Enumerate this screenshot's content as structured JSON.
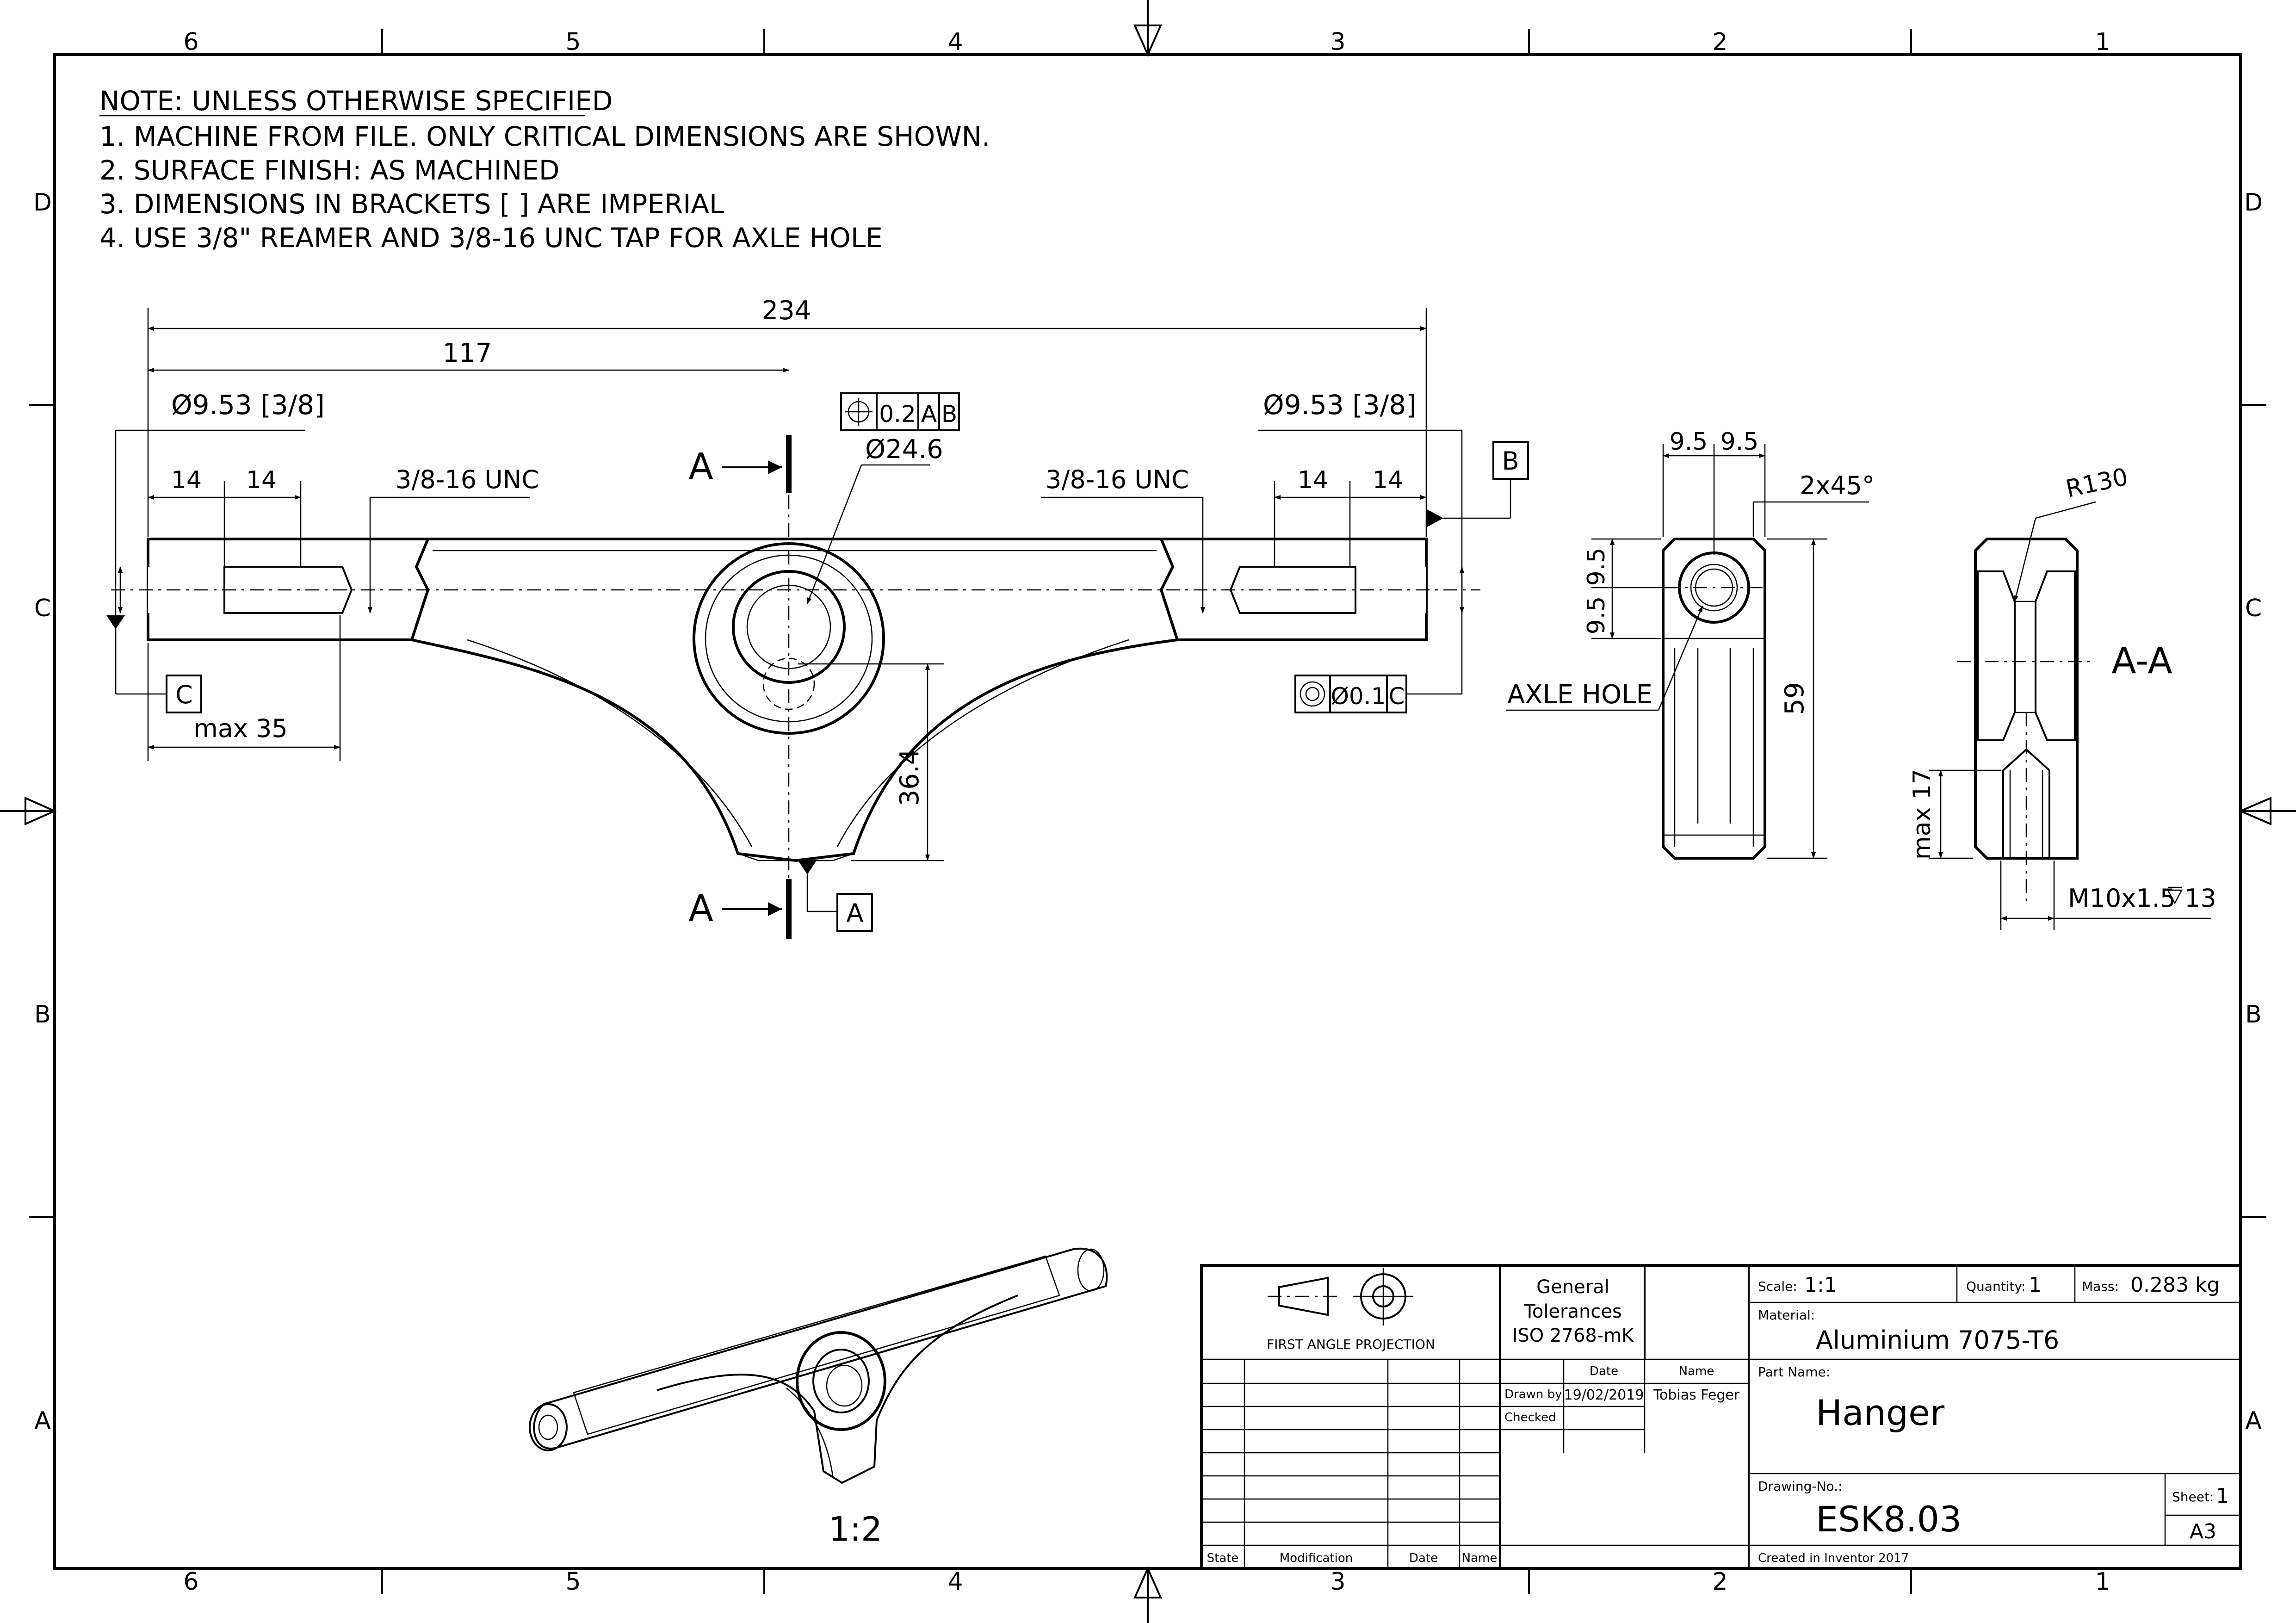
{
  "sheet": {
    "zone_columns": [
      "6",
      "5",
      "4",
      "3",
      "2",
      "1"
    ],
    "zone_rows": [
      "D",
      "C",
      "B",
      "A"
    ]
  },
  "notes": {
    "heading": "NOTE: UNLESS OTHERWISE SPECIFIED",
    "items": [
      "1.  MACHINE FROM FILE. ONLY CRITICAL DIMENSIONS ARE SHOWN.",
      "2.  SURFACE FINISH: AS MACHINED",
      "3.  DIMENSIONS IN BRACKETS [ ] ARE IMPERIAL",
      "4.  USE 3/8\" REAMER AND 3/8-16 UNC TAP FOR AXLE HOLE"
    ]
  },
  "front_view": {
    "dim_overall": "234",
    "dim_half": "117",
    "hole_left": "Ø9.53 [3/8]",
    "hole_right": "Ø9.53 [3/8]",
    "tap_left": "3/8-16 UNC",
    "tap_right": "3/8-16 UNC",
    "dim_14": "14",
    "pos_tolerance": "0.2",
    "datum_a": "A",
    "datum_b": "B",
    "datum_c": "C",
    "center_dia": "Ø24.6",
    "concentricity": "Ø0.1",
    "max_35": "max 35",
    "dim_height": "36.4",
    "section_label": "A"
  },
  "side_view": {
    "dim_9_5": "9.5",
    "chamfer": "2x45°",
    "dim_59": "59",
    "axle_hole": "AXLE HOLE"
  },
  "section_view": {
    "label": "A-A",
    "radius": "R130",
    "max_17": "max 17",
    "thread": "M10x1.5",
    "depth": "13"
  },
  "iso_view": {
    "scale": "1:2"
  },
  "title_block": {
    "projection": "FIRST ANGLE PROJECTION",
    "general_tolerances": [
      "General",
      "Tolerances",
      "ISO 2768-mK"
    ],
    "col_date": "Date",
    "col_name": "Name",
    "drawn_by": "Drawn by",
    "drawn_date": "19/02/2019",
    "drawn_name": "Tobias Feger",
    "checked": "Checked",
    "state": "State",
    "modification": "Modification",
    "rev_date": "Date",
    "rev_name": "Name",
    "scale_label": "Scale:",
    "scale_value": "1:1",
    "quantity_label": "Quantity:",
    "quantity_value": "1",
    "mass_label": "Mass:",
    "mass_value": "0.283 kg",
    "material_label": "Material:",
    "material_value": "Aluminium 7075-T6",
    "part_name_label": "Part Name:",
    "part_name_value": "Hanger",
    "drawing_no_label": "Drawing-No.:",
    "drawing_no_value": "ESK8.03",
    "sheet_label": "Sheet:",
    "sheet_value": "1",
    "format": "A3",
    "created_in": "Created in Inventor 2017"
  }
}
